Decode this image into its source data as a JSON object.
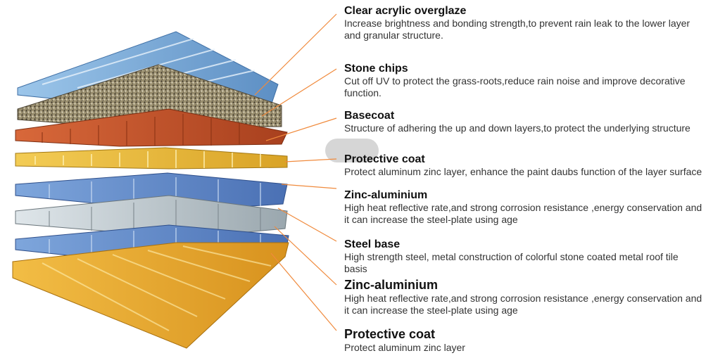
{
  "layers": [
    {
      "title": "Clear acrylic overglaze",
      "desc": "Increase brightness and bonding strength,to prevent rain leak to the lower layer and granular structure."
    },
    {
      "title": "Stone chips",
      "desc": "Cut off UV to protect the grass-roots,reduce rain noise and improve decorative function."
    },
    {
      "title": "Basecoat",
      "desc": "Structure of adhering the up and down layers,to protect the underlying structure"
    },
    {
      "title": "Protective coat",
      "desc": "Protect aluminum zinc layer, enhance the paint daubs function of the layer surface"
    },
    {
      "title": "Zinc-aluminium",
      "desc": "High heat reflective rate,and strong corrosion resistance ,energy conservation and it can increase the steel-plate using age"
    },
    {
      "title": "Steel base",
      "desc": "High strength steel, metal construction of colorful stone coated metal roof tile basis"
    },
    {
      "title": "Zinc-aluminium",
      "desc": "High heat reflective rate,and strong corrosion resistance ,energy conservation and it can increase the steel-plate using age"
    },
    {
      "title": "Protective coat",
      "desc": "Protect aluminum zinc layer"
    }
  ],
  "colors": {
    "leader": "#f08a3c",
    "acrylic": "#7fb0dc",
    "stone": "#8a8060",
    "basecoat": "#c0532a",
    "protective": "#e8b83a",
    "zinc": "#5f88c8",
    "steel": "#b9c3c9",
    "bottom": "#e6a52c"
  }
}
